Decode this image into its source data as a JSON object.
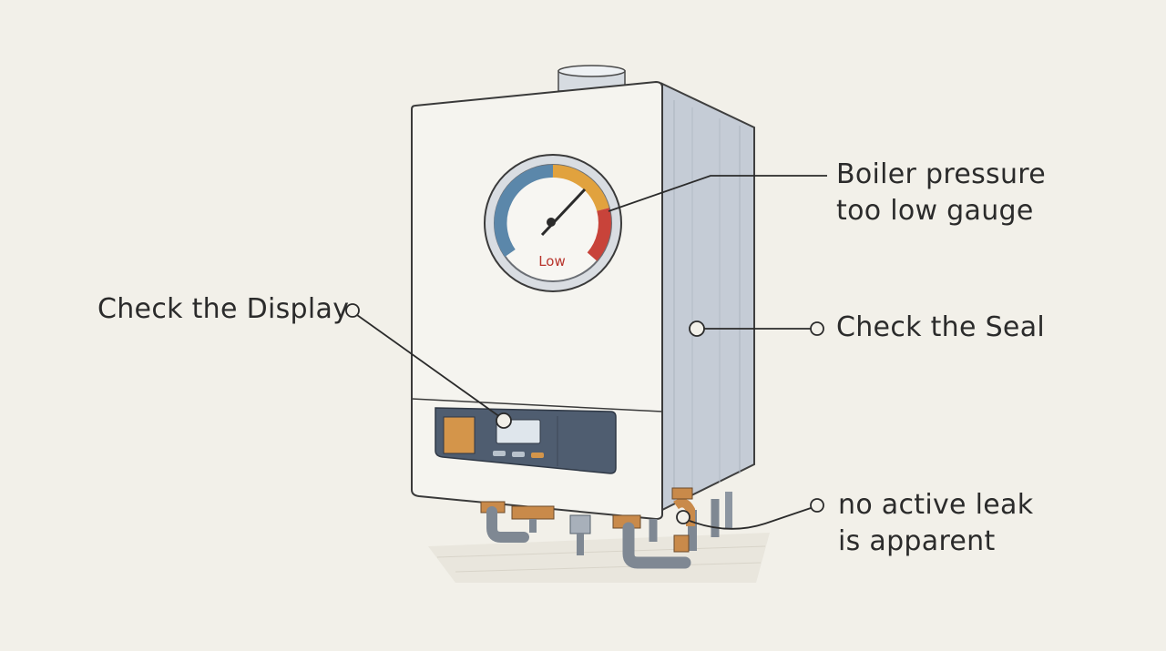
{
  "diagram": {
    "subject": "wall-mounted boiler",
    "gauge": {
      "low_label": "Low",
      "zone_colors": {
        "cold": "#5b87aa",
        "mid": "#e1a23e",
        "low_warning": "#c8433a"
      }
    },
    "callouts": {
      "display": "Check the Display",
      "gauge": [
        "Boiler pressure",
        "too low gauge"
      ],
      "seal": "Check the Seal",
      "leak": [
        "no active leak",
        "is apparent"
      ]
    },
    "colors": {
      "background": "#f2f0e9",
      "boiler_front": "#f5f4ef",
      "boiler_side": "#c5ccd6",
      "control_panel": "#4f5d70",
      "display_screen": "#dfe6ec",
      "orange_panel": "#d4954a",
      "copper_pipe": "#c98a4a",
      "grey_pipe": "#7f8893",
      "ink": "#2b2b2b"
    }
  }
}
